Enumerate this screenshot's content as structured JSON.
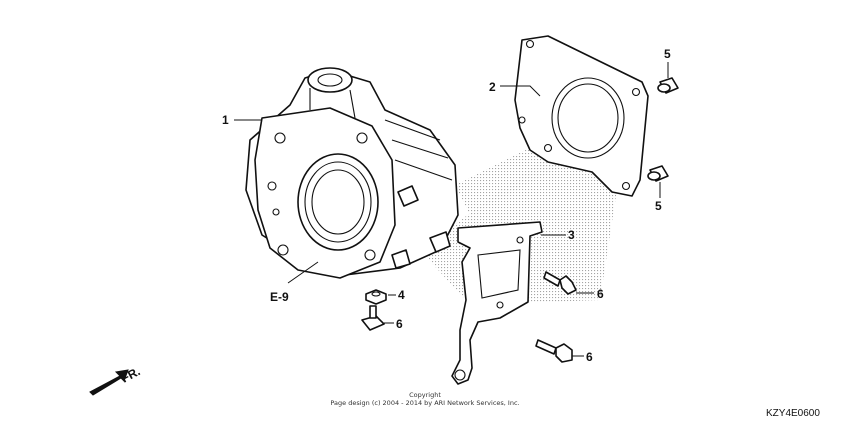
{
  "callouts": {
    "c1": "1",
    "c2": "2",
    "c3": "3",
    "c4": "4",
    "c5a": "5",
    "c5b": "5",
    "c6a": "6",
    "c6b": "6",
    "c6c": "6"
  },
  "reference": "E-9",
  "direction_label": "FR.",
  "copyright_line1": "Copyright",
  "copyright_line2": "Page design (c) 2004 - 2014 by ARI Network Services, Inc.",
  "diagram_code": "KZY4E0600",
  "colors": {
    "line": "#111111",
    "watermark": "#b0b0b0",
    "background": "#ffffff"
  }
}
